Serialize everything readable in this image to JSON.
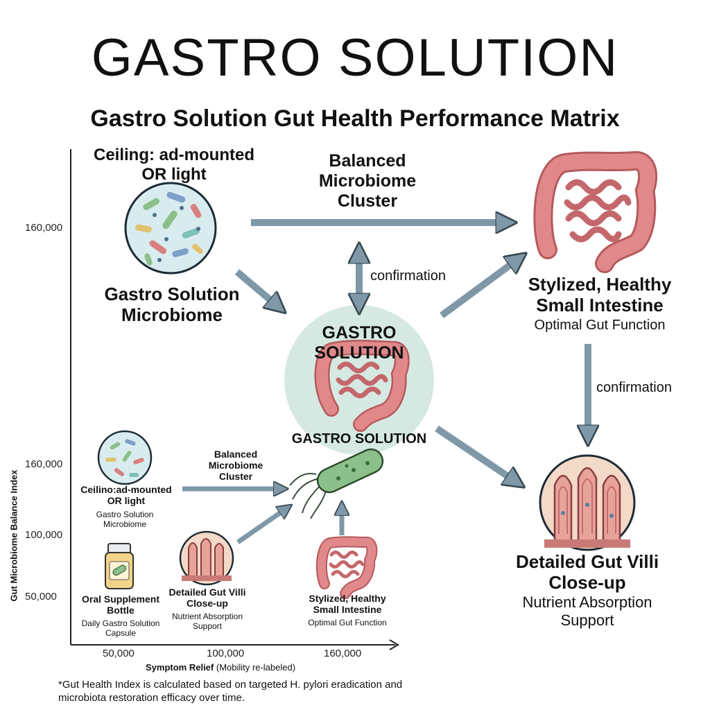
{
  "header": {
    "title": "GASTRO SOLUTION",
    "subtitle": "Gastro Solution Gut Health Performance Matrix"
  },
  "axes": {
    "y_label": "Gut Microbiome Balance Index",
    "y_ticks": [
      "160,000",
      "160,000",
      "100,000",
      "50,000"
    ],
    "x_label": "Symptom Relief",
    "x_label_note": "(Mobility re-labeled)",
    "x_ticks": [
      "50,000",
      "100,000",
      "160,000"
    ]
  },
  "nodes": {
    "microbiome_top_heading": "Ceiling: ad-mounted OR light",
    "microbiome_top_caption": "Gastro Solution Microbiome",
    "balanced_cluster_top": "Balanced Microbiome Cluster",
    "confirmation_top": "confirmation",
    "center_top_label": "GASTRO SOLUTION",
    "center_bottom_label": "GASTRO SOLUTION",
    "intestine_right_title": "Stylized, Healthy Small Intestine",
    "intestine_right_sub": "Optimal Gut Function",
    "confirmation_right": "confirmation",
    "villi_right_title": "Detailed Gut Villi Close-up",
    "villi_right_sub": "Nutrient Absorption Support",
    "balanced_cluster_small": "Balanced Microbiome Cluster",
    "microbiome_small_heading": "Ceilino:ad-mounted OR light",
    "microbiome_small_caption": "Gastro Solution Microbiome",
    "supplement_title": "Oral Supplement Bottle",
    "supplement_sub": "Daily Gastro Solution Capsule",
    "villi_small_title": "Detailed Gut Villi Close-up",
    "villi_small_sub": "Nutrient Absorption Support",
    "intestine_small_title": "Stylized, Healthy Small Intestine",
    "intestine_small_sub": "Optimal Gut Function"
  },
  "footnote": "*Gut Health Index is calculated based on targeted H. pylori eradication and microbiota restoration efficacy over time.",
  "colors": {
    "arrow": "#7f98a8",
    "arrow_stroke": "#37474f",
    "halo": "#d5e9e2",
    "intestine": "#e0888a",
    "intestine_dark": "#b5595d",
    "microbe_bg": "#d8ecef",
    "bacterium": "#8cc08a"
  }
}
